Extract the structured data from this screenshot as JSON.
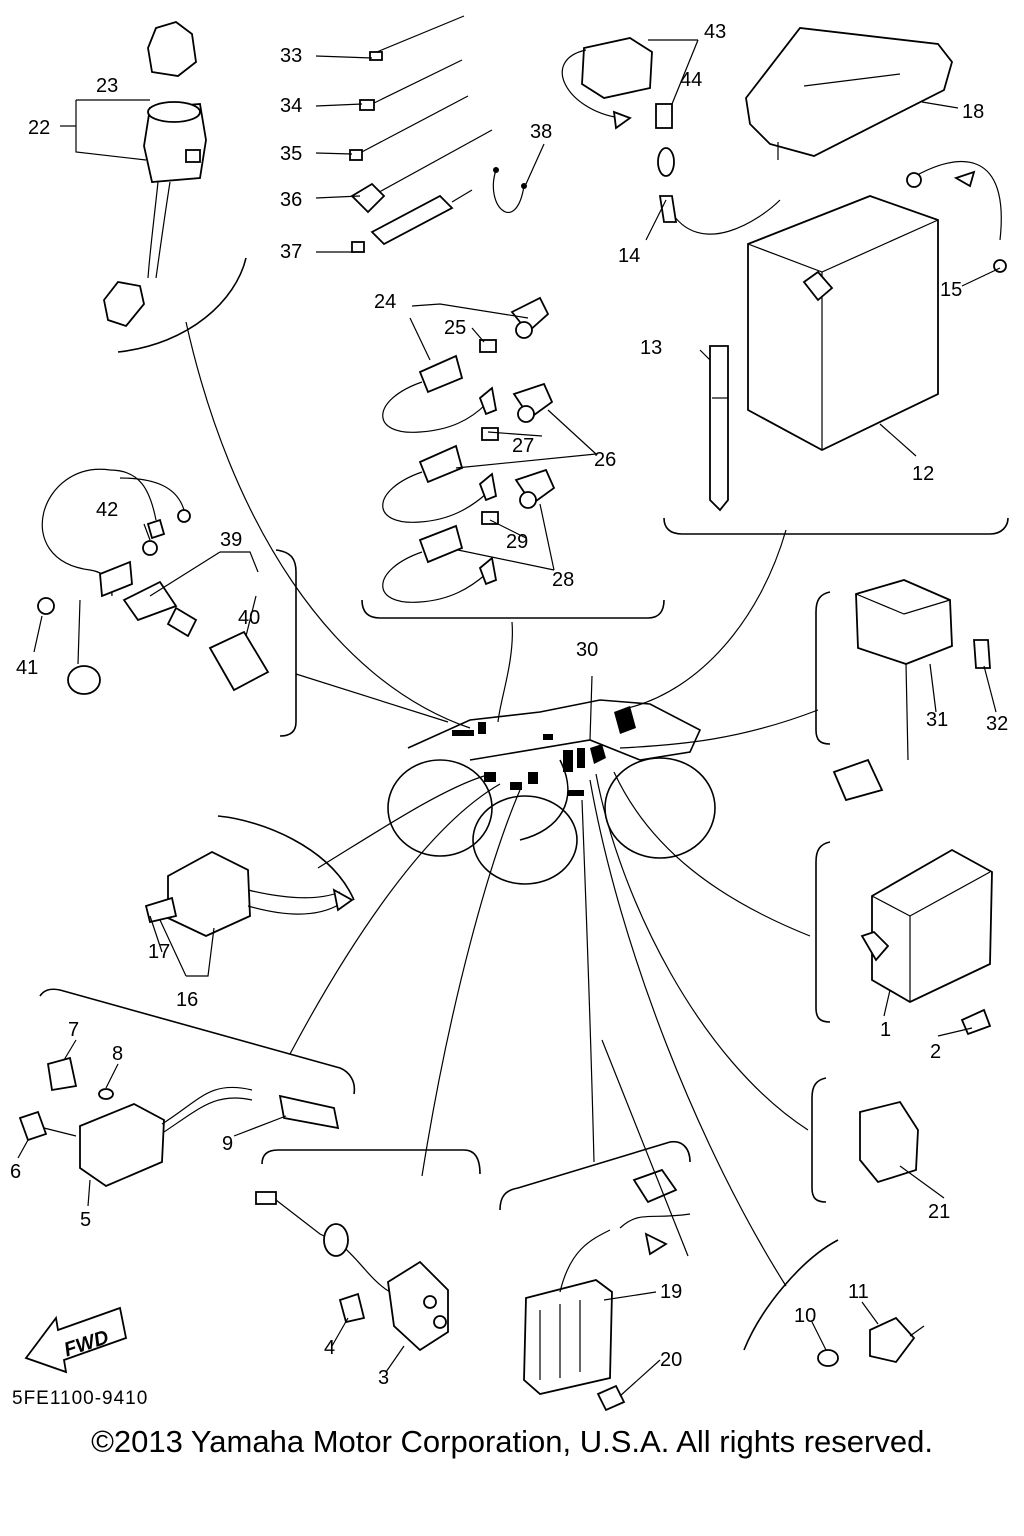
{
  "callouts": {
    "n1": "1",
    "n2": "2",
    "n3": "3",
    "n4": "4",
    "n5": "5",
    "n6": "6",
    "n7": "7",
    "n8": "8",
    "n9": "9",
    "n10": "10",
    "n11": "11",
    "n12": "12",
    "n13": "13",
    "n14": "14",
    "n15": "15",
    "n16": "16",
    "n17": "17",
    "n18": "18",
    "n19": "19",
    "n20": "20",
    "n21": "21",
    "n22": "22",
    "n23": "23",
    "n24": "24",
    "n25": "25",
    "n26": "26",
    "n27": "27",
    "n28": "28",
    "n29": "29",
    "n30": "30",
    "n31": "31",
    "n32": "32",
    "n33": "33",
    "n34": "34",
    "n35": "35",
    "n36": "36",
    "n37": "37",
    "n38": "38",
    "n39": "39",
    "n40": "40",
    "n41": "41",
    "n42": "42",
    "n43": "43",
    "n44": "44"
  },
  "fwd_label": "FWD",
  "doc_number": "5FE1100-9410",
  "copyright": "©2013 Yamaha Motor Corporation, U.S.A. All rights reserved."
}
